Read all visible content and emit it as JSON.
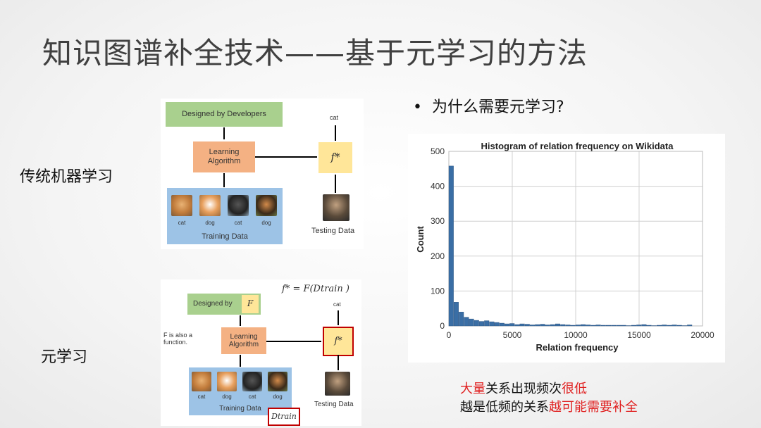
{
  "slide": {
    "title": "知识图谱补全技术——基于元学习的方法",
    "label_traditional": "传统机器学习",
    "label_meta": "元学习",
    "bullet": "为什么需要元学习?"
  },
  "diagram_top": {
    "designed": "Designed by Developers",
    "learning": "Learning\nAlgorithm",
    "fstar": "f*",
    "cat_out": "cat",
    "training_data": "Training Data",
    "testing_data": "Testing Data",
    "captions": [
      "cat",
      "dog",
      "cat",
      "dog"
    ]
  },
  "diagram_bottom": {
    "designed": "Designed by",
    "designed_f": "F",
    "formula": "f* = F(Dtrain )",
    "note": "F is also a\nfunction.",
    "learning": "Learning\nAlgorithm",
    "fstar": "f*",
    "cat_out": "cat",
    "training_data": "Training Data",
    "testing_data": "Testing Data",
    "dtrain": "Dtrain",
    "captions": [
      "cat",
      "dog",
      "cat",
      "dog"
    ]
  },
  "chart_data": {
    "type": "bar",
    "title": "Histogram of relation frequency on Wikidata",
    "xlabel": "Relation frequency",
    "ylabel": "Count",
    "xlim": [
      0,
      20000
    ],
    "ylim": [
      0,
      500
    ],
    "xticks": [
      0,
      5000,
      10000,
      15000,
      20000
    ],
    "yticks": [
      0,
      100,
      200,
      300,
      400,
      500
    ],
    "grid": true,
    "bin_width": 400,
    "bin_starts": [
      0,
      400,
      800,
      1200,
      1600,
      2000,
      2400,
      2800,
      3200,
      3600,
      4000,
      4400,
      4800,
      5200,
      5600,
      6000,
      6400,
      6800,
      7200,
      7600,
      8000,
      8400,
      8800,
      9200,
      9600,
      10000,
      10400,
      10800,
      11200,
      11600,
      12000,
      12400,
      12800,
      13200,
      13600,
      14000,
      14400,
      14800,
      15200,
      15600,
      16000,
      16400,
      16800,
      17200,
      17600,
      18000,
      18400,
      18800
    ],
    "counts": [
      458,
      68,
      40,
      25,
      20,
      16,
      13,
      15,
      12,
      10,
      8,
      6,
      7,
      4,
      6,
      5,
      3,
      4,
      5,
      3,
      4,
      6,
      4,
      3,
      2,
      3,
      4,
      3,
      2,
      3,
      2,
      2,
      2,
      2,
      2,
      1,
      2,
      3,
      4,
      2,
      1,
      2,
      3,
      2,
      3,
      2,
      1,
      3
    ]
  },
  "notes": {
    "line1_red": "大量",
    "line1_rest": "关系出现频次",
    "line1_red2": "很低",
    "line2_plain": "越是低频的关系",
    "line2_red": "越可能需要补全"
  }
}
